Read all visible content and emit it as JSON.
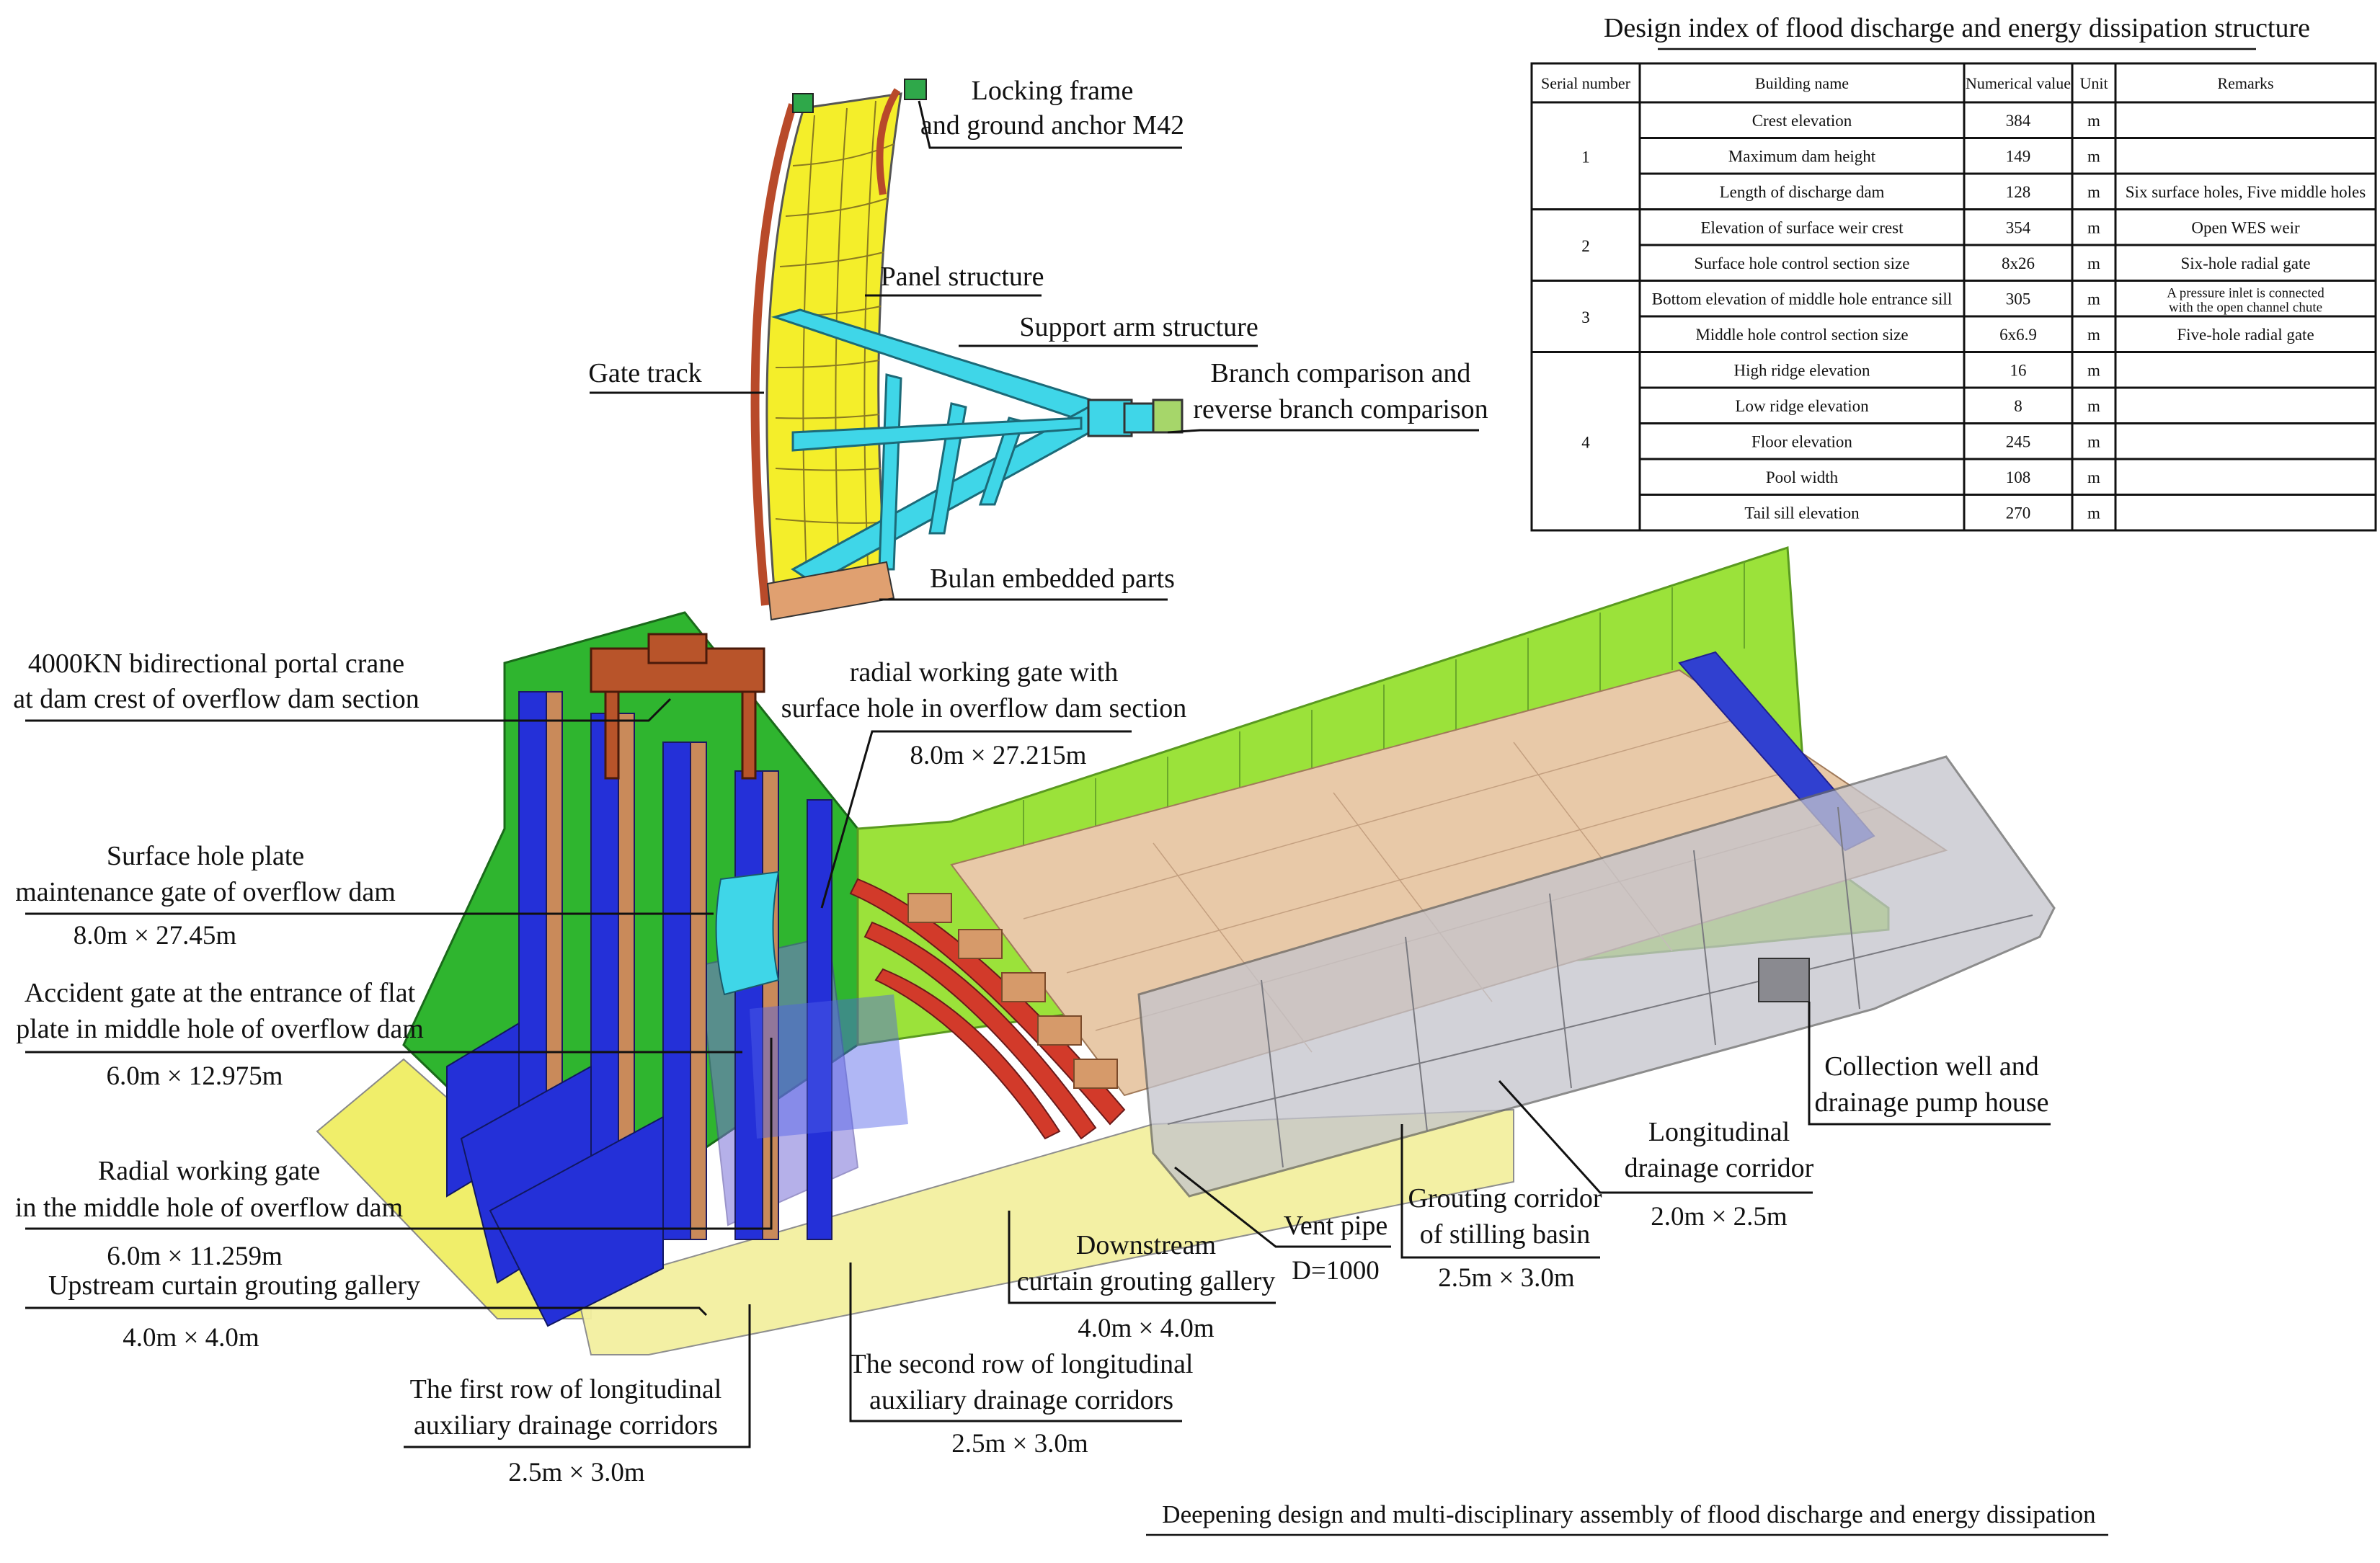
{
  "table": {
    "title": "Design index of flood discharge and energy dissipation structure",
    "headers": [
      "Serial number",
      "Building name",
      "Numerical value",
      "Unit",
      "Remarks"
    ],
    "groups": [
      {
        "serial": "1",
        "rows": [
          {
            "name": "Crest elevation",
            "value": "384",
            "unit": "m",
            "remarks": ""
          },
          {
            "name": "Maximum dam height",
            "value": "149",
            "unit": "m",
            "remarks": ""
          },
          {
            "name": "Length of discharge dam",
            "value": "128",
            "unit": "m",
            "remarks": "Six surface holes, Five middle holes"
          }
        ]
      },
      {
        "serial": "2",
        "rows": [
          {
            "name": "Elevation of surface weir crest",
            "value": "354",
            "unit": "m",
            "remarks": "Open WES weir"
          },
          {
            "name": "Surface hole control section size",
            "value": "8x26",
            "unit": "m",
            "remarks": "Six-hole radial gate"
          }
        ]
      },
      {
        "serial": "3",
        "rows": [
          {
            "name": "Bottom elevation of middle hole entrance sill",
            "value": "305",
            "unit": "m",
            "remarks": "A pressure inlet is connected with the open channel chute"
          },
          {
            "name": "Middle hole control section size",
            "value": "6x6.9",
            "unit": "m",
            "remarks": "Five-hole radial gate"
          }
        ]
      },
      {
        "serial": "4",
        "rows": [
          {
            "name": "High ridge elevation",
            "value": "16",
            "unit": "m",
            "remarks": ""
          },
          {
            "name": "Low ridge elevation",
            "value": "8",
            "unit": "m",
            "remarks": ""
          },
          {
            "name": "Floor elevation",
            "value": "245",
            "unit": "m",
            "remarks": ""
          },
          {
            "name": "Pool width",
            "value": "108",
            "unit": "m",
            "remarks": ""
          },
          {
            "name": "Tail sill elevation",
            "value": "270",
            "unit": "m",
            "remarks": ""
          }
        ]
      }
    ]
  },
  "gate_labels": {
    "locking_frame_1": "Locking frame",
    "locking_frame_2": "and ground anchor M42",
    "panel": "Panel structure",
    "support_arm": "Support arm structure",
    "gate_track": "Gate track",
    "branch_1": "Branch comparison and",
    "branch_2": "reverse branch comparison",
    "bulan": "Bulan embedded parts"
  },
  "dam_labels": {
    "crane_1": "4000KN bidirectional portal crane",
    "crane_2": "at dam crest of overflow dam section",
    "radial_surface_1": "radial working gate with",
    "radial_surface_2": "surface hole in overflow dam section",
    "radial_surface_dim": "8.0m × 27.215m",
    "maint_1": "Surface hole plate",
    "maint_2": "maintenance gate of overflow dam",
    "maint_dim": "8.0m × 27.45m",
    "accident_1": "Accident gate at the entrance of flat",
    "accident_2": "plate in middle hole of overflow dam",
    "accident_dim": "6.0m × 12.975m",
    "radial_middle_1": "Radial working gate",
    "radial_middle_2": "in the middle hole of overflow dam",
    "radial_middle_dim": "6.0m × 11.259m",
    "upstream": "Upstream curtain grouting gallery",
    "upstream_dim": "4.0m × 4.0m",
    "first_row_1": "The first row of longitudinal",
    "first_row_2": "auxiliary drainage corridors",
    "first_row_dim": "2.5m × 3.0m",
    "second_row_1": "The second row of longitudinal",
    "second_row_2": "auxiliary drainage corridors",
    "second_row_dim": "2.5m × 3.0m",
    "downstream_1": "Downstream",
    "downstream_2": "curtain grouting gallery",
    "downstream_dim": "4.0m × 4.0m",
    "vent": "Vent pipe",
    "vent_dim": "D=1000",
    "grouting_1": "Grouting corridor",
    "grouting_2": "of stilling basin",
    "grouting_dim": "2.5m × 3.0m",
    "longitudinal_1": "Longitudinal",
    "longitudinal_2": "drainage corridor",
    "longitudinal_dim": "2.0m × 2.5m",
    "collection_1": "Collection well and",
    "collection_2": "drainage pump house"
  },
  "caption": "Deepening design and multi-disciplinary assembly of flood discharge and energy dissipation",
  "colors": {
    "gate_panel": "#f4ee2a",
    "support_arm": "#3fd6e8",
    "slope_green": "#9be23a",
    "dam_green": "#2fb52f",
    "pier_blue": "#2430d8",
    "pier_brown": "#c98a5a",
    "basin_floor": "#e8c9a8",
    "foundation_yellow": "#f0ee6a",
    "red_chute": "#d23a2a",
    "grey_glass": "#b8b8c0"
  }
}
